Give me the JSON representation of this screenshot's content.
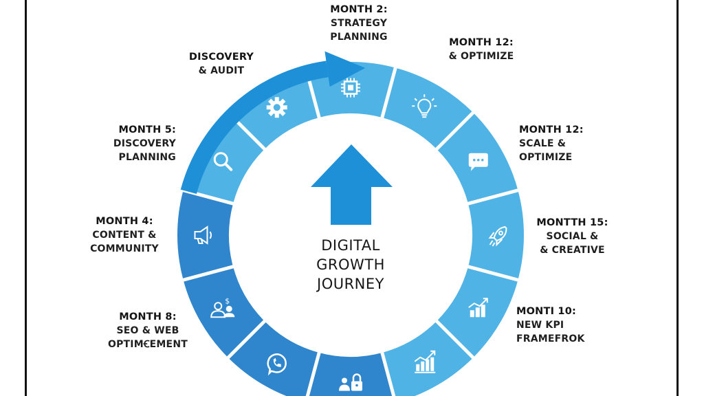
{
  "title": {
    "lines": [
      "DIGITAL",
      "GROWTH",
      "JOURNEY"
    ]
  },
  "colors": {
    "light_segment": "#4fb3e6",
    "dark_segment": "#2f86cc",
    "arrow_band": "#1e90d8",
    "center_arrow": "#1e90d8",
    "separator": "#ffffff",
    "text": "#141414"
  },
  "segments": [
    {
      "icon": "chip-icon",
      "tone": "light"
    },
    {
      "icon": "lightbulb-icon",
      "tone": "light"
    },
    {
      "icon": "chat-bubble-icon",
      "tone": "light"
    },
    {
      "icon": "rocket-icon",
      "tone": "light"
    },
    {
      "icon": "bar-chart-growth-icon",
      "tone": "light"
    },
    {
      "icon": "line-chart-growth-icon",
      "tone": "light"
    },
    {
      "icon": "user-lock-icon",
      "tone": "dark"
    },
    {
      "icon": "whatsapp-icon",
      "tone": "dark"
    },
    {
      "icon": "users-dollar-icon",
      "tone": "dark"
    },
    {
      "icon": "megaphone-icon",
      "tone": "dark"
    },
    {
      "icon": "search-icon",
      "tone": "light"
    },
    {
      "icon": "gear-icon",
      "tone": "light"
    }
  ],
  "labels": {
    "month2": {
      "l1": "MONTH 2:",
      "l2": "STRATEGY",
      "l3": "PLANNING"
    },
    "month12a": {
      "l1": "MONTH 12:",
      "l2": "& OPTIMIZE"
    },
    "discovery": {
      "l1": "DISCOVERY",
      "l2": "& AUDIT"
    },
    "month12b": {
      "l1": "MONTH 12:",
      "l2": "SCALE &",
      "l3": "OPTIMIZE"
    },
    "month5": {
      "l1": "MONTH 5:",
      "l2": "DISCOVERY",
      "l3": "PLANNING"
    },
    "month15": {
      "l1": "MONTTH 15:",
      "l2": "SOCIAL &",
      "l3": "& CREATIVE"
    },
    "month4": {
      "l1": "MONTH 4:",
      "l2": "CONTENT &",
      "l3": "COMMUNITY"
    },
    "month10": {
      "l1": "MONTI 10:",
      "l2": "NEW KPI",
      "l3": "FRAMEFROK"
    },
    "month8": {
      "l1": "MONTH 8:",
      "l2": "SEO & WEB",
      "l3": "OPTIMꞒEMENT"
    }
  }
}
